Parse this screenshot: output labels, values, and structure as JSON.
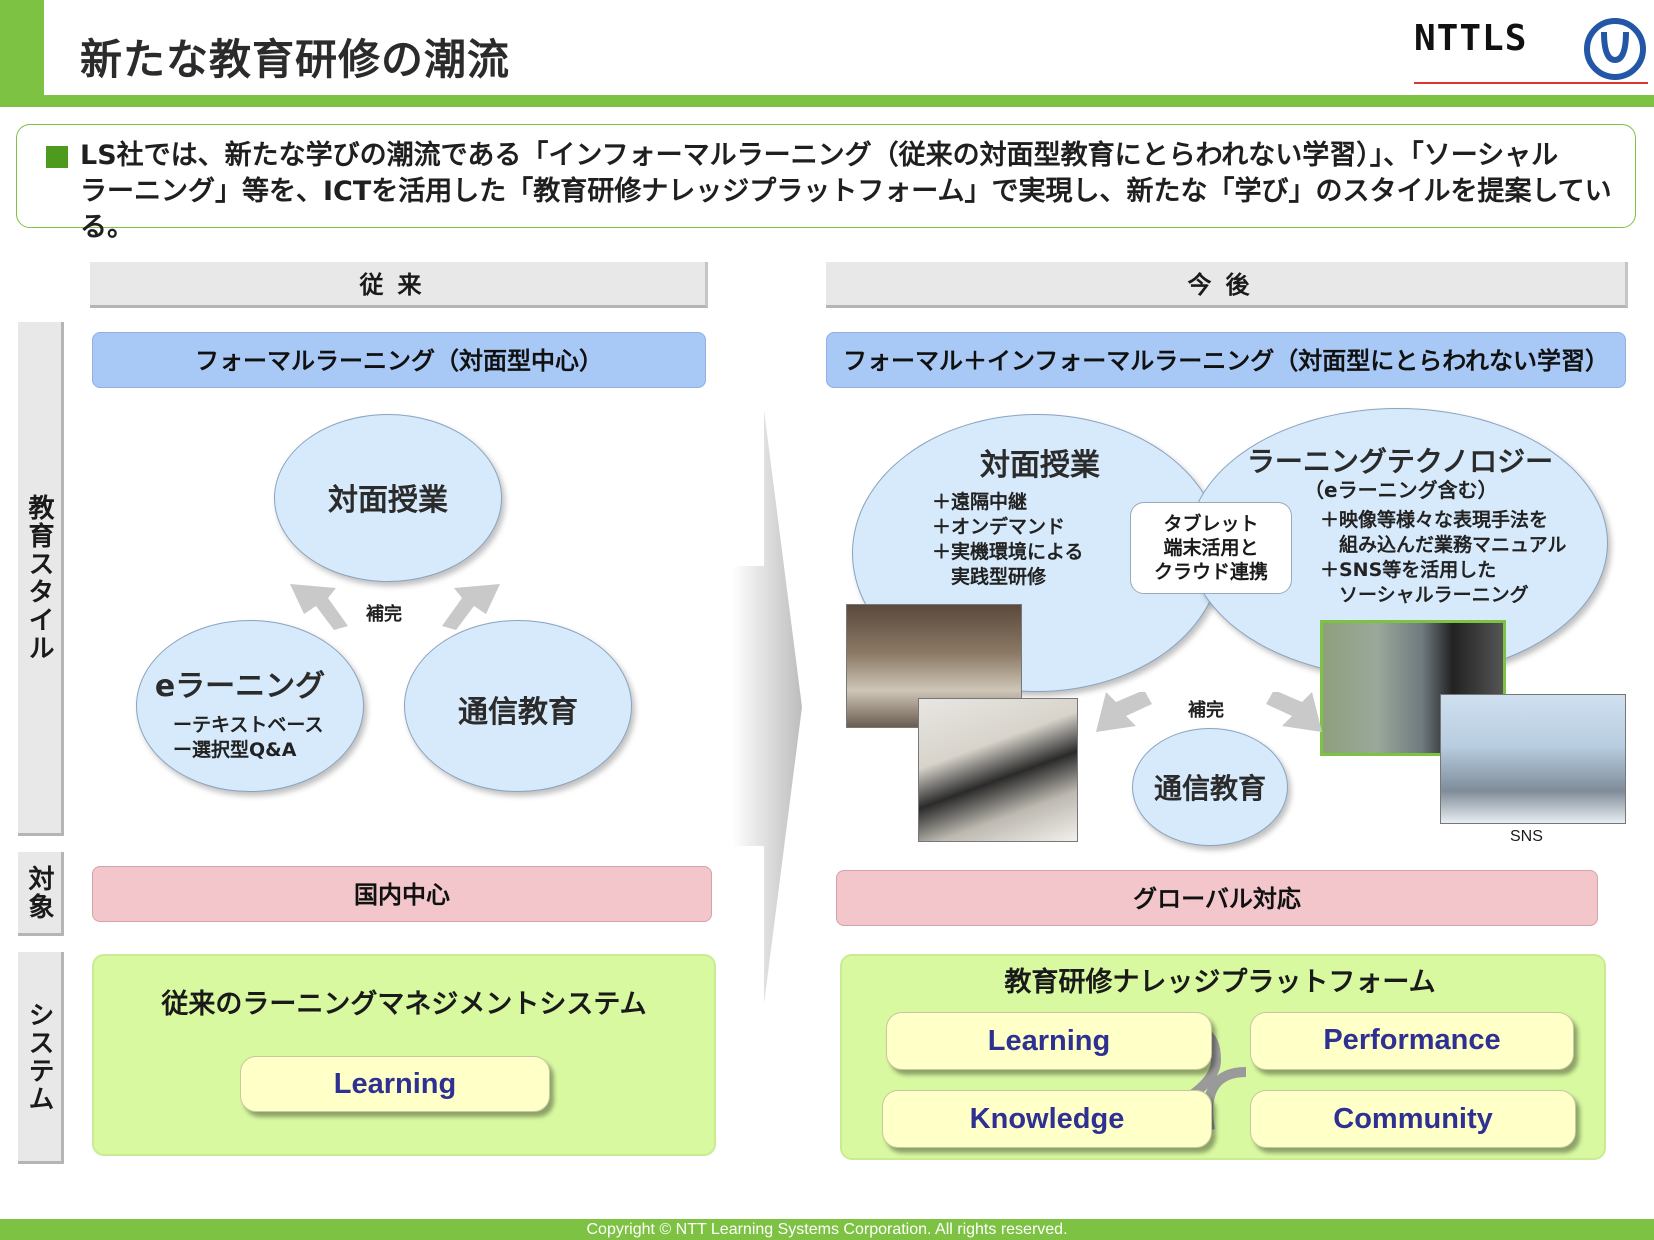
{
  "header": {
    "title": "新たな教育研修の潮流",
    "logo_text": "NTTLS"
  },
  "summary": {
    "line1": "LS社では、新たな学びの潮流である「インフォーマルラーニング（従来の対面型教育にとらわれない学習）」、「ソーシャル",
    "line2": "ラーニング」等を、ICTを活用した「教育研修ナレッジプラットフォーム」で実現し、新たな「学び」のスタイルを提案している。"
  },
  "row_labels": {
    "style": "教育スタイル",
    "target": "対象",
    "system": "システム"
  },
  "left": {
    "heading": "従来",
    "style_bar": "フォーマルラーニング（対面型中心）",
    "face_to_face": "対面授業",
    "supplement": "補完",
    "elearning_title": "eラーニング",
    "elearning_items": [
      "ーテキストベース",
      "ー選択型Q&A"
    ],
    "correspondence": "通信教育",
    "target_bar": "国内中心",
    "system_title": "従来のラーニングマネジメントシステム",
    "system_pill": "Learning"
  },
  "right": {
    "heading": "今後",
    "style_bar": "フォーマル＋インフォーマルラーニング（対面型にとらわれない学習）",
    "face_to_face": "対面授業",
    "face_items": [
      "＋遠隔中継",
      "＋オンデマンド",
      "＋実機環境による",
      "　実践型研修"
    ],
    "tech_title": "ラーニングテクノロジー",
    "tech_subtitle": "（eラーニング含む）",
    "tech_items": [
      "＋映像等様々な表現手法を",
      "　組み込んだ業務マニュアル",
      "＋SNS等を活用した",
      "　ソーシャルラーニング"
    ],
    "tablet_lines": [
      "タブレット",
      "端末活用と",
      "クラウド連携"
    ],
    "supplement": "補完",
    "correspondence": "通信教育",
    "sns_label": "SNS",
    "target_bar": "グローバル対応",
    "system_title": "教育研修ナレッジプラットフォーム",
    "pills": {
      "learning": "Learning",
      "performance": "Performance",
      "knowledge": "Knowledge",
      "community": "Community"
    }
  },
  "footer": {
    "copyright": "Copyright © NTT Learning Systems Corporation. All rights reserved."
  },
  "colors": {
    "accent_green": "#7dc242",
    "style_blue": "#a8c8f5",
    "target_pink": "#f2c6ca",
    "system_green": "#d8f9a0",
    "pill_yellow": "#ffffc8",
    "pill_text": "#2e3192",
    "logo_blue": "#2456a6"
  },
  "icons": {
    "logo_mark": "nttls-logo-mark-icon"
  }
}
